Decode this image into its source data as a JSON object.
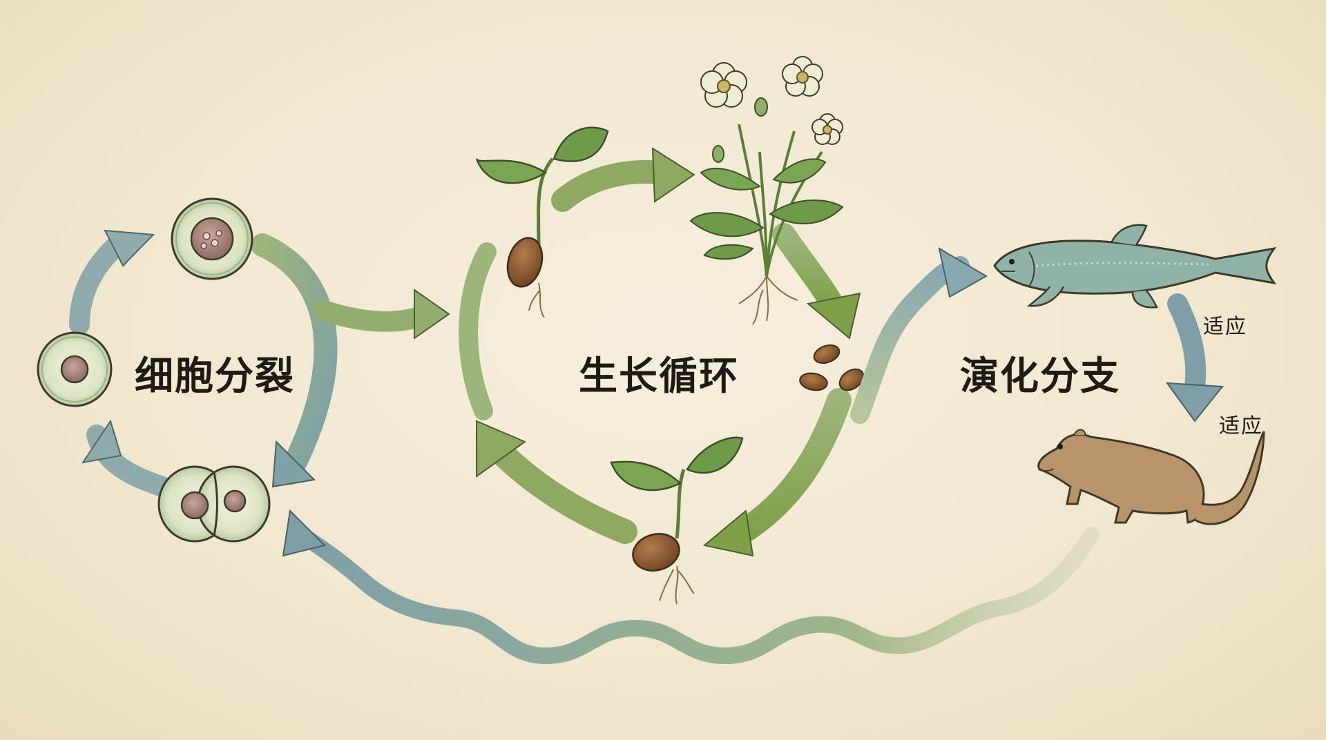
{
  "labels": {
    "cell_division": "细胞分裂",
    "growth_cycle": "生长循环",
    "evolution_branch": "演化分支",
    "adapt_1": "适应",
    "adapt_2": "适应"
  },
  "colors": {
    "parchment": "#f3ead5",
    "arrow_green": "#8fa862",
    "arrow_blue": "#7fa1ab",
    "ink": "#3d3a2c",
    "leaf": "#6f9a4a",
    "seed": "#8a5a32",
    "cell": "#dfe6c8",
    "fish": "#8fb3a6",
    "mammal": "#b89468"
  },
  "icons": [
    "cell-icon",
    "dividing-cell-icon",
    "seedling-icon",
    "flowering-plant-icon",
    "seeds-icon",
    "fish-icon",
    "mammal-icon"
  ]
}
